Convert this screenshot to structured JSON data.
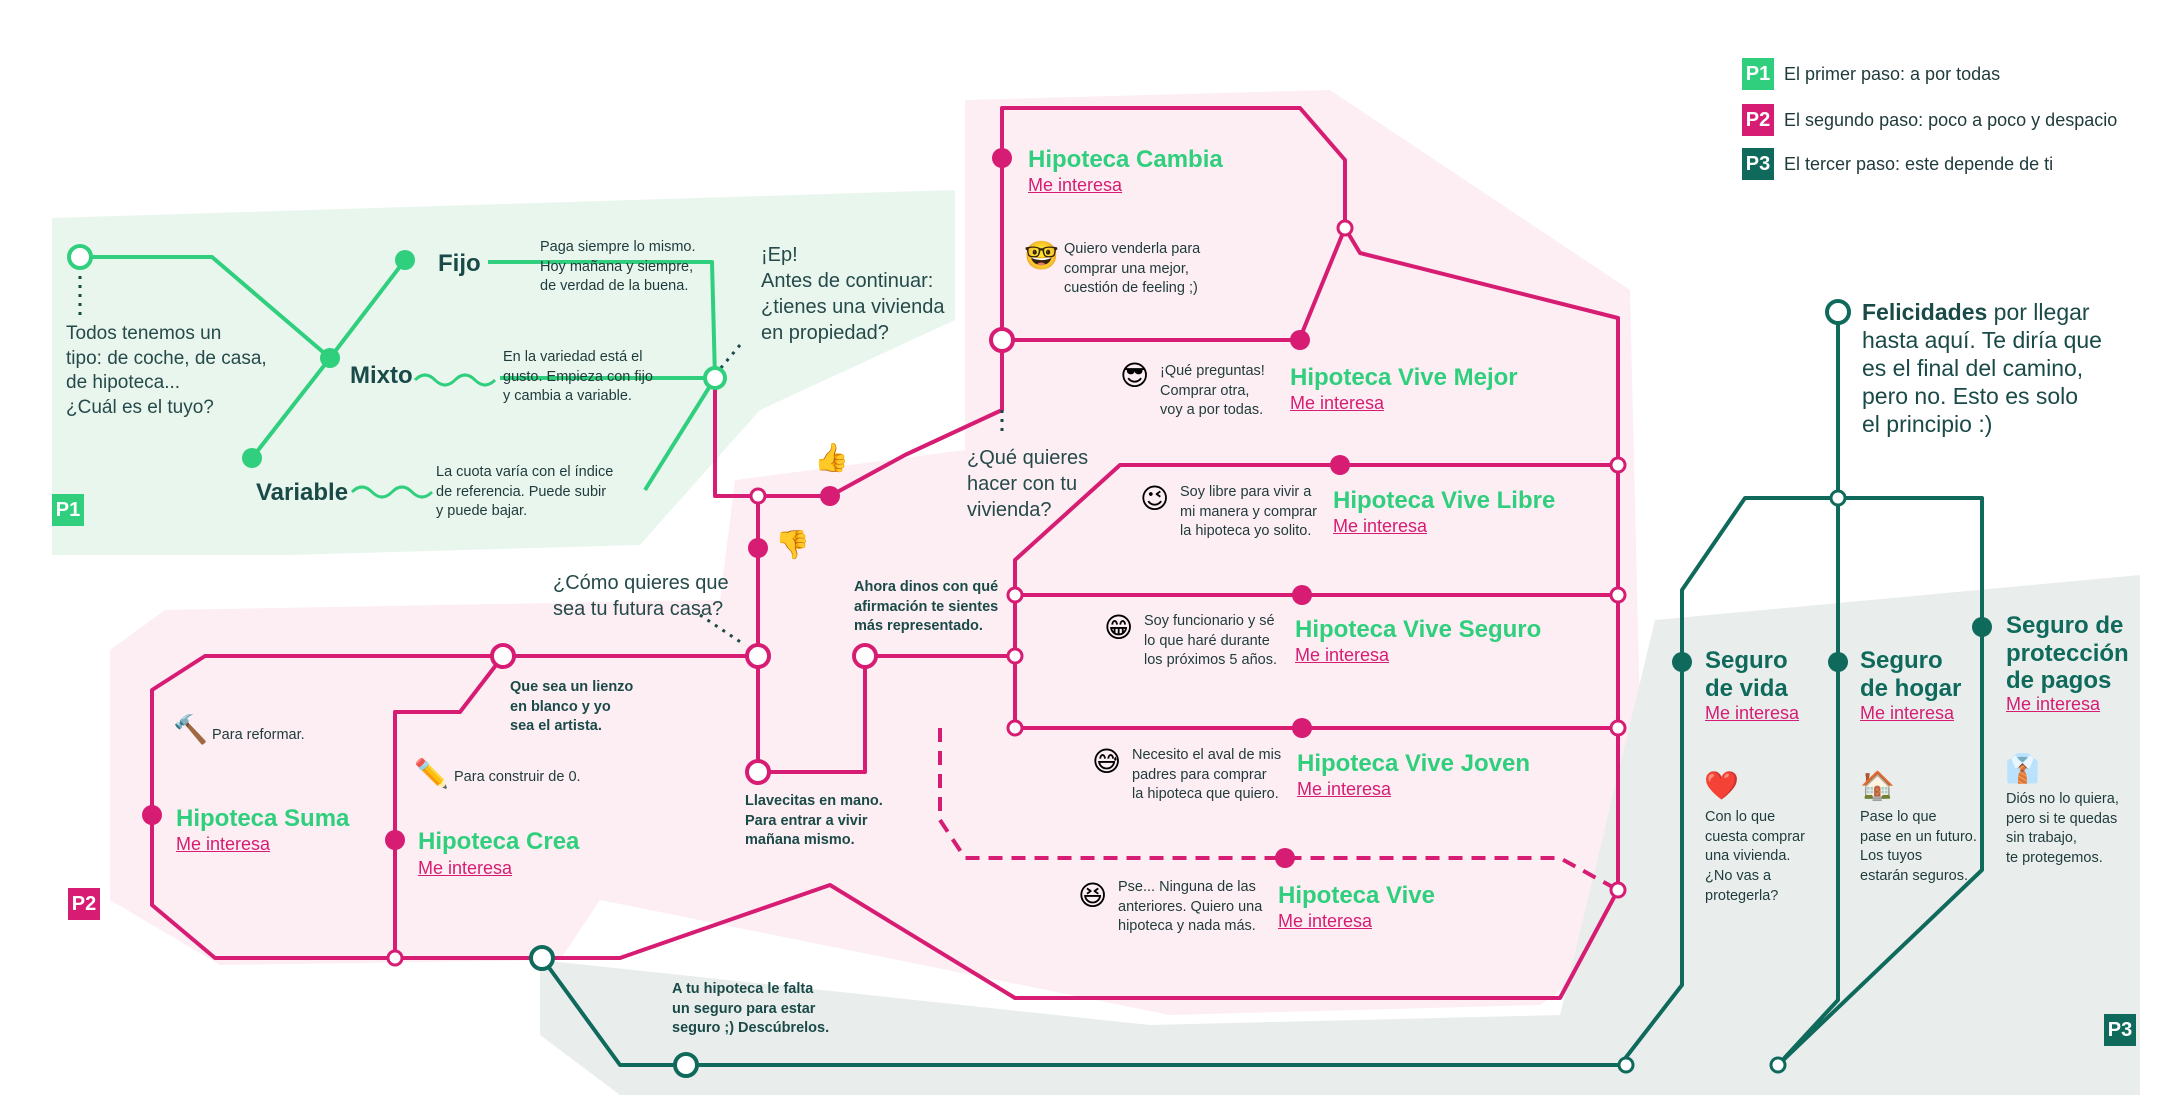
{
  "colors": {
    "p1": "#2fcf7d",
    "p2": "#d61d73",
    "p3": "#0f6a5c",
    "p1_bg": "#e9f6ee",
    "p2_bg": "#fdeef3",
    "p3_bg": "#e9eeed"
  },
  "legend": [
    {
      "badge": "P1",
      "text": "El primer paso: a por todas",
      "color": "#2fcf7d"
    },
    {
      "badge": "P2",
      "text": "El segundo paso: poco a poco y despacio",
      "color": "#d61d73"
    },
    {
      "badge": "P3",
      "text": "El tercer paso: este depende de ti",
      "color": "#0f6a5c"
    }
  ],
  "sections": {
    "p1": "P1",
    "p2": "P2",
    "p3": "P3"
  },
  "p1": {
    "intro": "Todos tenemos un\ntipo: de coche, de casa,\nde hipoteca...\n¿Cuál es el tuyo?",
    "fijo": {
      "label": "Fijo",
      "text": "Paga siempre lo mismo.\nHoy mañana y siempre,\nde verdad de la buena."
    },
    "mixto": {
      "label": "Mixto",
      "text": "En la variedad está el\ngusto. Empieza con fijo\ny cambia a variable."
    },
    "variable": {
      "label": "Variable",
      "text": "La cuota varía con el índice\nde referencia. Puede subir\ny puede bajar."
    },
    "question": "¡Ep!\nAntes de continuar:\n¿tienes una vivienda\nen propiedad?"
  },
  "p2": {
    "q_future": "¿Cómo quieres que\nsea tu futura casa?",
    "q_vivienda": "¿Qué quieres\nhacer con tu\nvivienda?",
    "lienzo": "Que sea un lienzo\nen blanco y yo\nsea el artista.",
    "llavecitas": "Llavecitas en mano.\nPara entrar a vivir\nmañana mismo.",
    "dinos": "Ahora dinos con qué\nafirmación te sientes\nmás representado.",
    "reformar": "Para reformar.",
    "construir": "Para construir de 0.",
    "suma": {
      "title": "Hipoteca Suma",
      "link": "Me interesa"
    },
    "crea": {
      "title": "Hipoteca Crea",
      "link": "Me interesa"
    },
    "cambia": {
      "title": "Hipoteca Cambia",
      "link": "Me interesa",
      "text": "Quiero venderla para\ncomprar una mejor,\ncuestión de feeling ;)"
    },
    "vive_mejor": {
      "title": "Hipoteca Vive Mejor",
      "link": "Me interesa",
      "text": "¡Qué preguntas!\nComprar otra,\nvoy a por todas."
    },
    "vive_libre": {
      "title": "Hipoteca Vive Libre",
      "link": "Me interesa",
      "text": "Soy libre para vivir a\nmi manera y comprar\nla hipoteca yo solito."
    },
    "vive_seguro": {
      "title": "Hipoteca Vive Seguro",
      "link": "Me interesa",
      "text": "Soy funcionario y sé\nlo que haré durante\nlos próximos 5 años."
    },
    "vive_joven": {
      "title": "Hipoteca Vive Joven",
      "link": "Me interesa",
      "text": "Necesito el aval de mis\npadres para comprar\nla hipoteca que quiero."
    },
    "vive": {
      "title": "Hipoteca Vive",
      "link": "Me interesa",
      "text": "Pse... Ninguna de las\nanteriores. Quiero una\nhipoteca y nada más."
    }
  },
  "p3": {
    "seguro_text": "A tu hipoteca le falta\nun seguro para estar\nseguro ;) Descúbrelos.",
    "felicidades_bold": "Felicidades",
    "felicidades_rest": " por llegar\nhasta aquí. Te diría que\nes el final del camino,\npero no. Esto es solo\nel principio :)",
    "vida": {
      "title": "Seguro\nde vida",
      "link": "Me interesa",
      "text": "Con lo que\ncuesta comprar\nuna vivienda.\n¿No vas a\nprotegerla?"
    },
    "hogar": {
      "title": "Seguro\nde hogar",
      "link": "Me interesa",
      "text": "Pase lo que\npase en un futuro.\nLos tuyos\nestarán seguros."
    },
    "pagos": {
      "title": "Seguro de\nprotección\nde pagos",
      "link": "Me interesa",
      "text": "Diós no lo quiera,\npero si te quedas\nsin trabajo,\nte protegemos."
    }
  },
  "icons": {
    "thumbs_up": "👍",
    "thumbs_down": "👎",
    "hammer": "🔨",
    "pencil": "✏️",
    "nerd": "🤓",
    "cool": "😎",
    "wink": "😉",
    "grin": "😁",
    "sweat": "😅",
    "squint": "😆",
    "heart": "❤️",
    "house": "🏠",
    "worker": "👔"
  }
}
